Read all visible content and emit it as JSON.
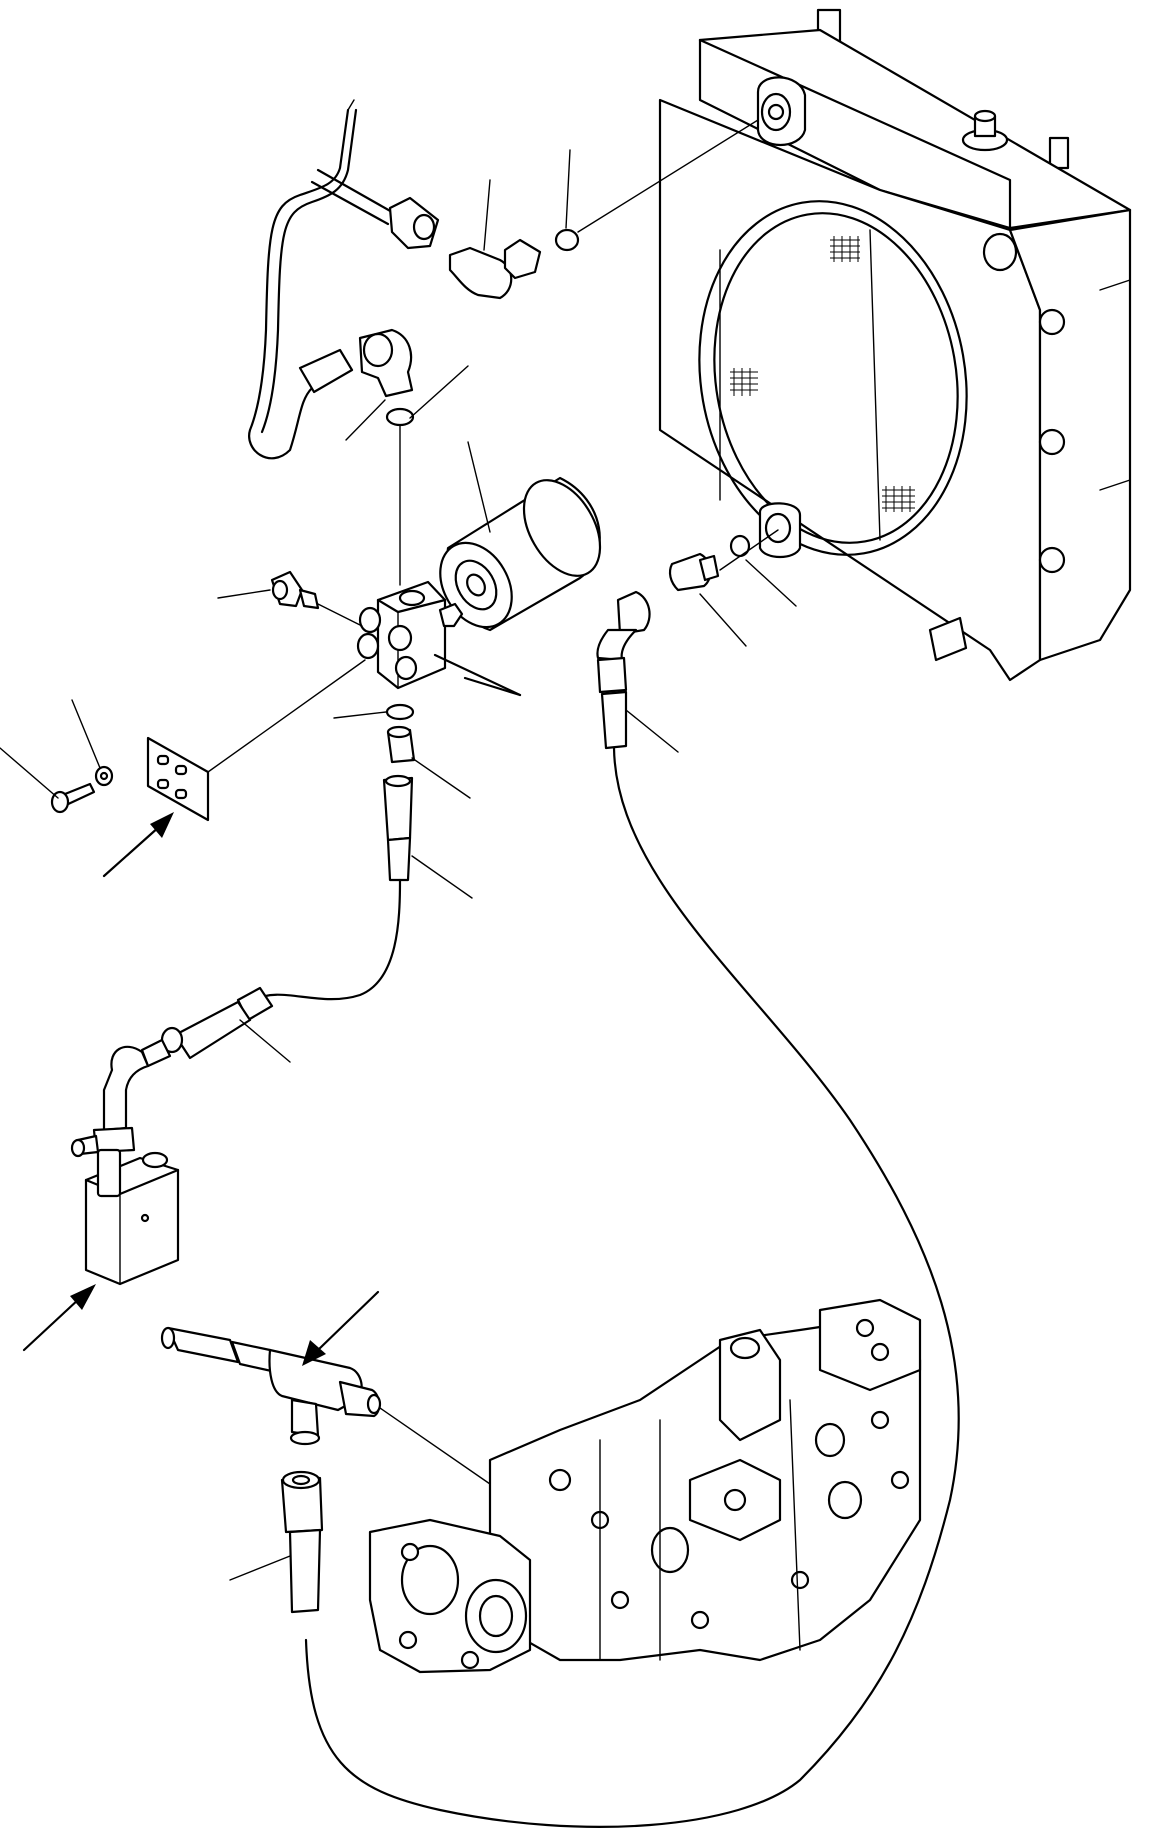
{
  "diagram": {
    "type": "exploded-parts-view",
    "printed_text": [],
    "components": [
      "radiator",
      "oil-filter",
      "filter-head",
      "elbow-fitting",
      "o-ring",
      "pressure-switch",
      "bracket",
      "bolt",
      "washer",
      "hose",
      "tube",
      "valve-block",
      "tee-fitting",
      "hydraulic-pump"
    ],
    "colors": {
      "line": "#000000",
      "background": "#ffffff"
    }
  }
}
